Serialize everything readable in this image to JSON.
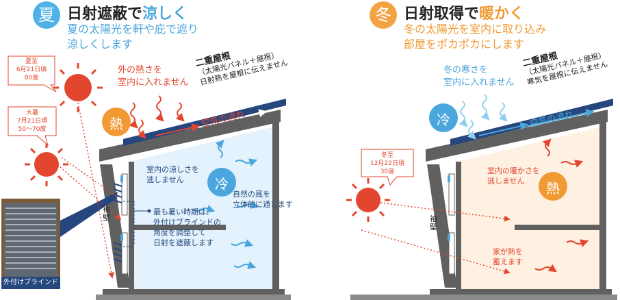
{
  "summer": {
    "badge": "夏",
    "title_main": "日射遮蔽で",
    "title_accent": "涼しく",
    "subtitle_1": "夏の太陽光を軒や庇で遮り",
    "subtitle_2": "涼しくします",
    "sun_1": {
      "l1": "夏至",
      "l2": "6月21日頃",
      "l3": "80度"
    },
    "sun_2": {
      "l1": "大暑",
      "l2": "7月21日頃",
      "l3": "50〜70度"
    },
    "heat_bubble": "熱",
    "cool_bubble": "冷",
    "outside_heat_1": "外の熱さを",
    "outside_heat_2": "室内に入れません",
    "roof_1": "二重屋根",
    "roof_2": "（太陽光パネル＋屋根）",
    "roof_3": "日射熱を屋根に伝えません",
    "airflow": "空気の流れ",
    "keep_cool_1": "室内の涼しさを",
    "keep_cool_2": "逃しません",
    "wind_1": "自然の風を",
    "wind_2": "立体的に通します",
    "blind_1": "最も暑い時期は、",
    "blind_2": "外付けブラインドの",
    "blind_3": "角度を調整して",
    "blind_4": "日射を遮蔽します",
    "sode_wall": "袖壁",
    "photo_caption": "外付けブラインド"
  },
  "winter": {
    "badge": "冬",
    "title_main": "日射取得で",
    "title_accent": "暖かく",
    "subtitle_1": "冬の太陽光を室内に取り込み",
    "subtitle_2": "部屋をポカポカにします",
    "sun": {
      "l1": "冬至",
      "l2": "12月22日頃",
      "l3": "30度"
    },
    "cold_bubble": "冷",
    "heat_bubble": "熱",
    "outside_cold_1": "冬の寒さを",
    "outside_cold_2": "室内に入れません",
    "roof_1": "二重屋根",
    "roof_2": "（太陽光パネル＋屋根）",
    "roof_3": "寒気を屋根に伝えません",
    "airflow": "空気の流れ",
    "keep_warm_1": "室内の暖かさを",
    "keep_warm_2": "逃しません",
    "store_heat_1": "家が熱を",
    "store_heat_2": "蓄えます",
    "sode_wall": "袖壁"
  },
  "colors": {
    "summer_badge": "#4fb1e6",
    "winter_badge": "#f3a343",
    "accent_blue": "#4aa6dd",
    "accent_orange": "#f19a34",
    "heat_red": "#e3462e",
    "navy": "#25477d",
    "wall_gray": "#606060",
    "cool_fill": "#e3f2fc",
    "warm_fill": "#fff1e2"
  }
}
